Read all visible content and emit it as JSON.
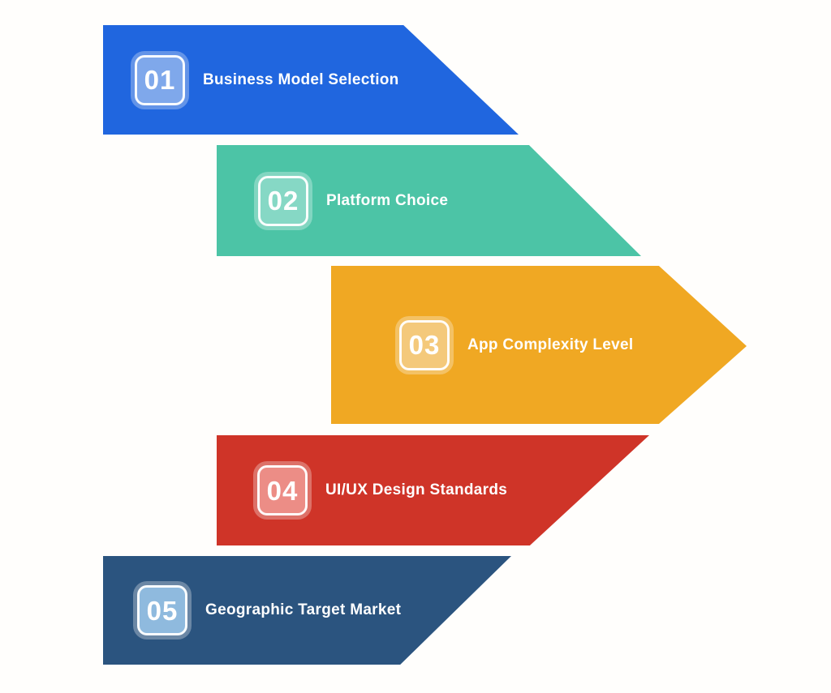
{
  "background_color": "#fffefc",
  "steps": [
    {
      "number": "01",
      "label": "Business Model Selection",
      "color": "#2066df",
      "badge_color": "#7fa8eb"
    },
    {
      "number": "02",
      "label": "Platform Choice",
      "color": "#4cc4a6",
      "badge_color": "#86d8c5"
    },
    {
      "number": "03",
      "label": "App Complexity Level",
      "color": "#f0a823",
      "badge_color": "#f4c97b"
    },
    {
      "number": "04",
      "label": "UI/UX Design Standards",
      "color": "#cf3428",
      "badge_color": "#ec8d86"
    },
    {
      "number": "05",
      "label": "Geographic Target Market",
      "color": "#2b547f",
      "badge_color": "#8fbade"
    }
  ]
}
